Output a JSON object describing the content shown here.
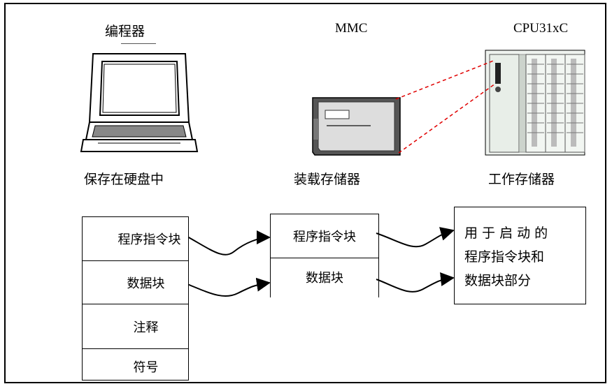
{
  "headers": {
    "programmer": "编程器",
    "mmc": "MMC",
    "cpu": "CPU31xC"
  },
  "captions": {
    "programmer": "保存在硬盘中",
    "mmc": "装载存储器",
    "cpu": "工作存储器"
  },
  "hard_disk_blocks": [
    "程序指令块",
    "数据块",
    "注释",
    "符号"
  ],
  "load_memory_blocks": [
    "程序指令块",
    "数据块"
  ],
  "work_memory": {
    "line1": "用 于 启 动 的",
    "line2": "程序指令块和",
    "line3": "数据块部分"
  },
  "colors": {
    "dashed_link": "#e00000",
    "line": "#000000"
  },
  "icons": [
    "computer-icon",
    "mmc-card-icon",
    "plc-rack-icon"
  ]
}
